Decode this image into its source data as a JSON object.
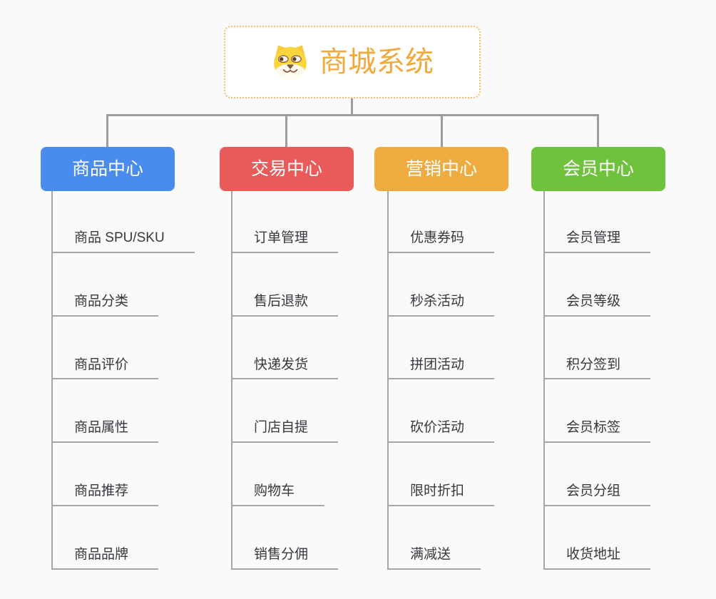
{
  "root": {
    "title": "商城系统",
    "icon": "doge-icon"
  },
  "branches": [
    {
      "label": "商品中心",
      "color": "#4A8BEE",
      "children": [
        "商品 SPU/SKU",
        "商品分类",
        "商品评价",
        "商品属性",
        "商品推荐",
        "商品品牌"
      ]
    },
    {
      "label": "交易中心",
      "color": "#E95B5B",
      "children": [
        "订单管理",
        "售后退款",
        "快递发货",
        "门店自提",
        "购物车",
        "销售分佣"
      ]
    },
    {
      "label": "营销中心",
      "color": "#EEAC40",
      "children": [
        "优惠券码",
        "秒杀活动",
        "拼团活动",
        "砍价活动",
        "限时折扣",
        "满减送"
      ]
    },
    {
      "label": "会员中心",
      "color": "#6FC23C",
      "children": [
        "会员管理",
        "会员等级",
        "积分签到",
        "会员标签",
        "会员分组",
        "收货地址"
      ]
    }
  ],
  "theme": {
    "background": "#FAFAFA",
    "root_text_color": "#F0A93C",
    "root_border_color": "#F2BE68",
    "connector_color": "#9C9C9C",
    "child_line_color": "#A6A6A6",
    "child_text_color": "#35383D"
  }
}
